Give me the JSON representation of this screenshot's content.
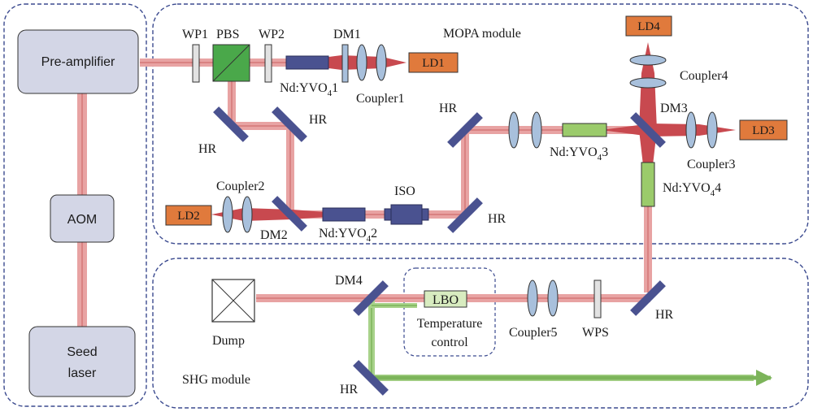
{
  "modules": {
    "mopa": "MOPA module",
    "shg": "SHG module"
  },
  "boxes": {
    "preamp": "Pre-amplifier",
    "aom": "AOM",
    "seed_line1": "Seed",
    "seed_line2": "laser"
  },
  "components": {
    "wp1": "WP1",
    "pbs": "PBS",
    "wp2": "WP2",
    "dm1": "DM1",
    "dm2": "DM2",
    "dm3": "DM3",
    "dm4": "DM4",
    "hr": "HR",
    "iso": "ISO",
    "lbo": "LBO",
    "temp_line1": "Temperature",
    "temp_line2": "control",
    "wps": "WPS",
    "dump": "Dump"
  },
  "crystals": {
    "c1_base": "Nd:YVO",
    "c1_sub": "4",
    "c1_suffix": "1",
    "c2_base": "Nd:YVO",
    "c2_sub": "4",
    "c2_suffix": "2",
    "c3_base": "Nd:YVO",
    "c3_sub": "4",
    "c3_suffix": "3",
    "c4_base": "Nd:YVO",
    "c4_sub": "4",
    "c4_suffix": "4"
  },
  "couplers": {
    "c1": "Coupler1",
    "c2": "Coupler2",
    "c3": "Coupler3",
    "c4": "Coupler4",
    "c5": "Coupler5"
  },
  "diodes": {
    "ld1": "LD1",
    "ld2": "LD2",
    "ld3": "LD3",
    "ld4": "LD4"
  },
  "colors": {
    "beam_red": "#e8a3a3",
    "beam_core": "#c96060",
    "pump_red": "#c8494f",
    "green_beam": "#8fc070",
    "ld_orange": "#e07a3c",
    "box_fill": "#d3d6e6",
    "crystal_green": "#9bcb6b",
    "mirror_blue": "#4a5290",
    "lens_blue": "#a8c0dc",
    "pbs_green": "#4aa84a",
    "dash_blue": "#3b4a8f"
  }
}
